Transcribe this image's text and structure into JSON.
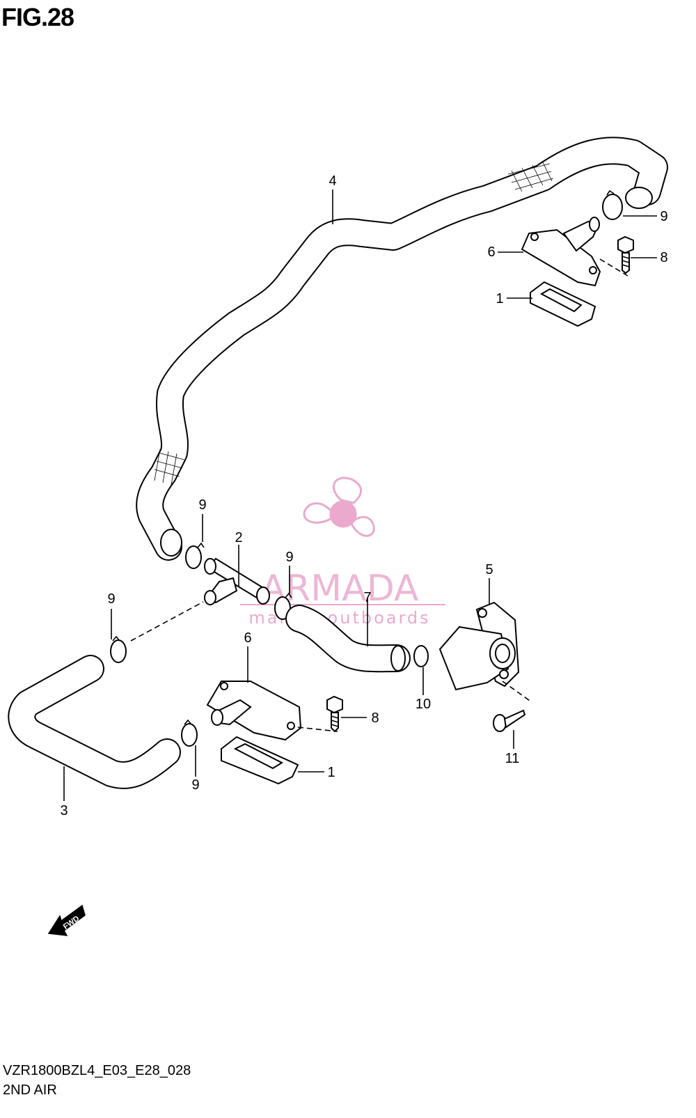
{
  "figure": {
    "title": "FIG.28",
    "code": "VZR1800BZL4_E03_E28_028",
    "name": "2ND AIR",
    "fwd_label": "FWD"
  },
  "watermark": {
    "brand": "ARMADA",
    "tagline": "marine outboards",
    "color": "#e8a0c8"
  },
  "callouts": {
    "c4": "4",
    "c9_top_right": "9",
    "c6_top": "6",
    "c8_top": "8",
    "c1_top": "1",
    "c9_hose_left": "9",
    "c2": "2",
    "c9_mid": "9",
    "c5": "5",
    "c9_left": "9",
    "c7": "7",
    "c6_bottom": "6",
    "c8_bottom": "8",
    "c10": "10",
    "c1_bottom": "1",
    "c9_bottom": "9",
    "c11": "11",
    "c3": "3"
  }
}
